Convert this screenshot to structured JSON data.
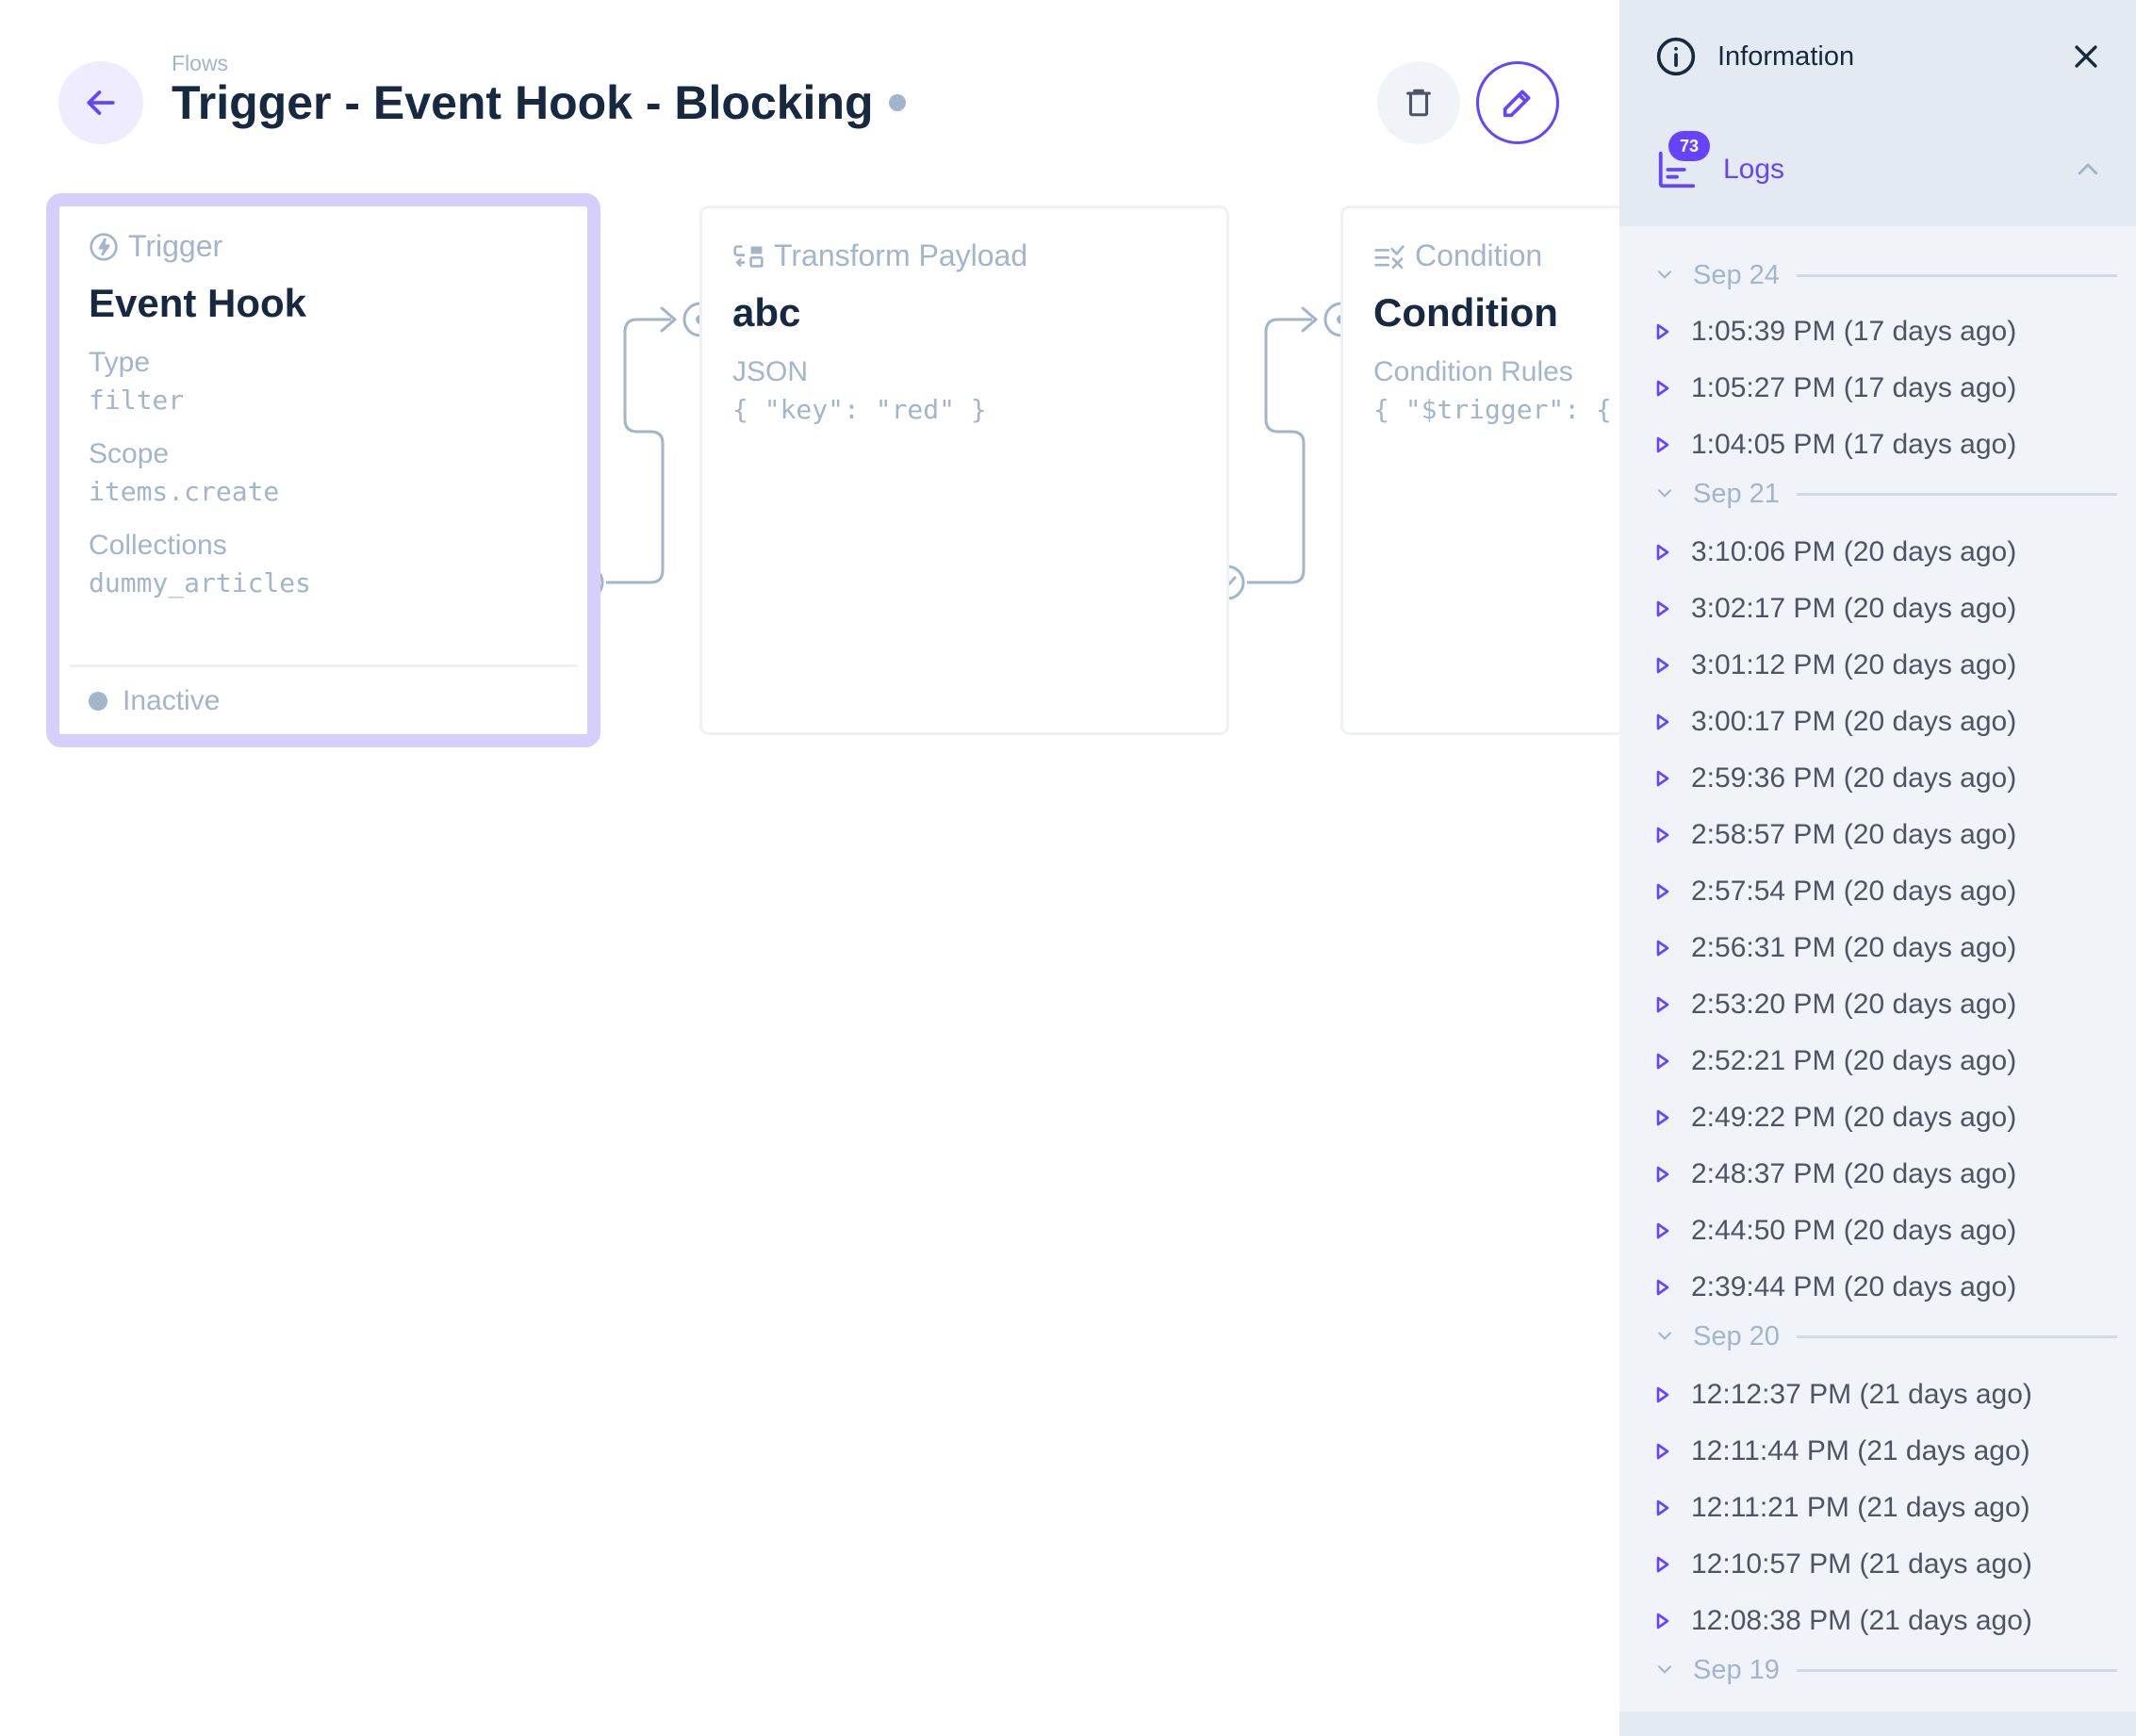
{
  "header": {
    "breadcrumb": "Flows",
    "title": "Trigger - Event Hook - Blocking"
  },
  "colors": {
    "accent": "#6644ff",
    "muted": "#a2b5cd",
    "text": "#172940"
  },
  "panels": {
    "trigger": {
      "type": "Trigger",
      "name": "Event Hook",
      "fields": [
        {
          "label": "Type",
          "value": "filter"
        },
        {
          "label": "Scope",
          "value": "items.create"
        },
        {
          "label": "Collections",
          "value": "dummy_articles"
        }
      ],
      "status": "Inactive"
    },
    "transform": {
      "type": "Transform Payload",
      "name": "abc",
      "field_label": "JSON",
      "field_value": "{ \"key\": \"red\" }"
    },
    "condition": {
      "type": "Condition",
      "name": "Condition",
      "field_label": "Condition Rules",
      "field_value": "{ \"$trigger\": {"
    }
  },
  "sidebar": {
    "title": "Information",
    "logs_label": "Logs",
    "logs_count": "73",
    "groups": [
      {
        "date": "Sep 24",
        "entries": [
          "1:05:39 PM (17 days ago)",
          "1:05:27 PM (17 days ago)",
          "1:04:05 PM (17 days ago)"
        ]
      },
      {
        "date": "Sep 21",
        "entries": [
          "3:10:06 PM (20 days ago)",
          "3:02:17 PM (20 days ago)",
          "3:01:12 PM (20 days ago)",
          "3:00:17 PM (20 days ago)",
          "2:59:36 PM (20 days ago)",
          "2:58:57 PM (20 days ago)",
          "2:57:54 PM (20 days ago)",
          "2:56:31 PM (20 days ago)",
          "2:53:20 PM (20 days ago)",
          "2:52:21 PM (20 days ago)",
          "2:49:22 PM (20 days ago)",
          "2:48:37 PM (20 days ago)",
          "2:44:50 PM (20 days ago)",
          "2:39:44 PM (20 days ago)"
        ]
      },
      {
        "date": "Sep 20",
        "entries": [
          "12:12:37 PM (21 days ago)",
          "12:11:44 PM (21 days ago)",
          "12:11:21 PM (21 days ago)",
          "12:10:57 PM (21 days ago)",
          "12:08:38 PM (21 days ago)"
        ]
      },
      {
        "date": "Sep 19",
        "entries": []
      }
    ]
  },
  "icons": {
    "back": "arrow-left-icon",
    "delete": "trash-icon",
    "edit": "pencil-icon",
    "info": "info-icon",
    "close": "close-icon",
    "logs": "logs-icon",
    "collapse": "chevron-up-icon",
    "group_toggle": "chevron-down-icon",
    "entry": "play-icon"
  }
}
